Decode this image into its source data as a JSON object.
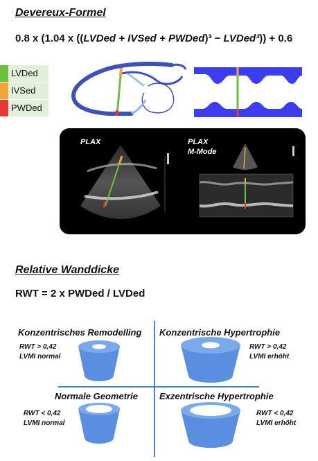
{
  "devereux": {
    "title": "Devereux-Formel",
    "formula_prefix": "0.8 x (1.04 x ((",
    "formula_sum": "LVDed + IVSed + PWDed",
    "formula_cube": ")³ − ",
    "formula_lv": "LVDed³",
    "formula_suffix": ")) + 0.6"
  },
  "legend": [
    {
      "label": "LVDed",
      "color": "#6fbe44"
    },
    {
      "label": "IVSed",
      "color": "#f2a33a"
    },
    {
      "label": "PWDed",
      "color": "#e53935"
    }
  ],
  "echo": {
    "plax_label": "PLAX",
    "mmode_label_1": "PLAX",
    "mmode_label_2": "M-Mode"
  },
  "rwt": {
    "title": "Relative Wanddicke",
    "formula": "RWT = 2 x PWDed / LVDed"
  },
  "quadrants": {
    "top_left": {
      "title": "Konzentrisches Remodelling",
      "line1": "RWT > 0,42",
      "line2": "LVMI normal"
    },
    "top_right": {
      "title": "Konzentrische Hypertrophie",
      "line1": "RWT > 0,42",
      "line2": "LVMI erhöht"
    },
    "bottom_left": {
      "title": "Normale Geometrie",
      "line1": "RWT < 0,42",
      "line2": "LVMI normal"
    },
    "bottom_right": {
      "title": "Exzentrische Hypertrophie",
      "line1": "RWT < 0,42",
      "line2": "LVMI erhöht"
    }
  },
  "colors": {
    "heart_blue": "#3f51b5",
    "mmode_blue": "#3d3df0",
    "cylinder_blue": "#5a8fe0",
    "axis_blue": "#4a7fd0"
  }
}
